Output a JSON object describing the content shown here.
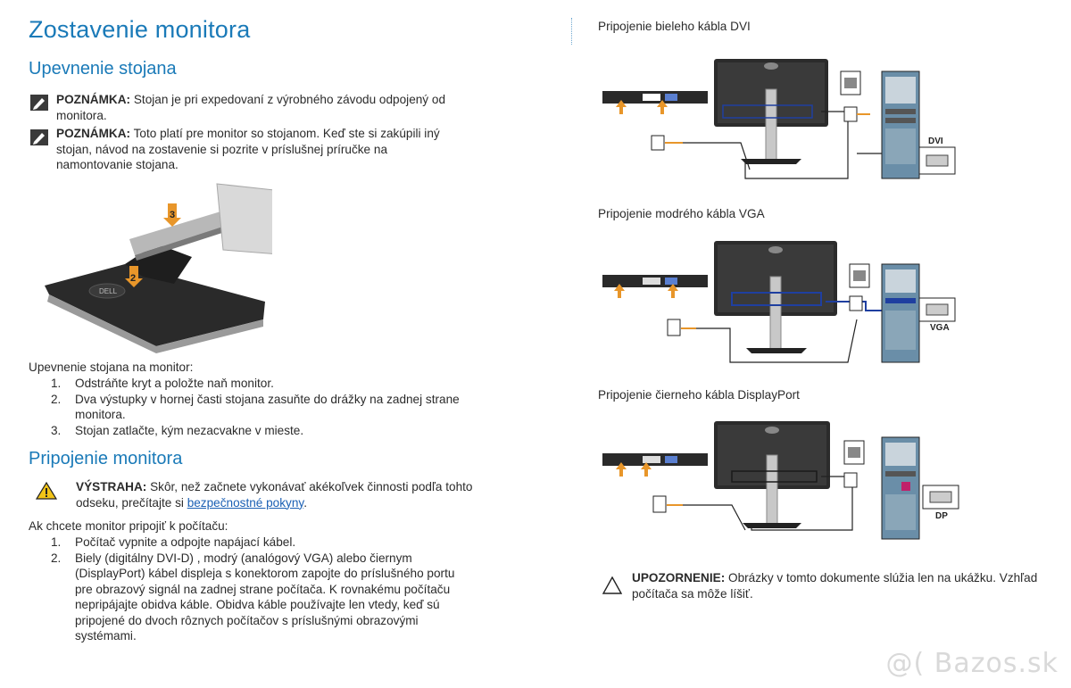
{
  "left": {
    "title": "Zostavenie monitora",
    "section1_heading": "Upevnenie stojana",
    "note1_label": "POZNÁMKA:",
    "note1_text": " Stojan je pri expedovaní z výrobného závodu odpojený od monitora.",
    "note2_label": "POZNÁMKA:",
    "note2_text": " Toto platí pre monitor so stojanom. Keď ste si zakúpili iný stojan, návod na zostavenie si pozrite v príslušnej príručke na namontovanie stojana.",
    "stand_callouts": [
      "3",
      "2"
    ],
    "stand_intro": "Upevnenie stojana na monitor:",
    "stand_steps": [
      {
        "num": "1.",
        "text": "Odstráňte kryt a položte naň monitor."
      },
      {
        "num": "2.",
        "text": "Dva výstupky v hornej časti stojana zasuňte do drážky na zadnej strane monitora."
      },
      {
        "num": "3.",
        "text": "Stojan zatlačte, kým nezacvakne v mieste."
      }
    ],
    "section2_heading": "Pripojenie monitora",
    "warning_label": "VÝSTRAHA:",
    "warning_text": " Skôr, než začnete vykonávať akékoľvek činnosti podľa tohto odseku, prečítajte si ",
    "warning_link": "bezpečnostné pokyny",
    "warning_end": ".",
    "connect_intro": "Ak chcete monitor pripojiť k počítaču:",
    "connect_steps": [
      {
        "num": "1.",
        "text": "Počítač vypnite a odpojte napájací kábel."
      },
      {
        "num": "2.",
        "text": "Biely (digitálny DVI-D) , modrý (analógový VGA) alebo čiernym (DisplayPort) kábel displeja s konektorom zapojte do príslušného portu pre obrazový signál na zadnej strane počítača. K rovnakému počítaču nepripájajte obidva káble. Obidva káble používajte len vtedy, keď sú pripojené do dvoch rôznych počítačov s príslušnými obrazovými systémami."
      }
    ]
  },
  "right": {
    "caption_dvi": "Pripojenie bieleho kábla DVI",
    "caption_vga": "Pripojenie modrého kábla VGA",
    "caption_dp": "Pripojenie čierneho kábla DisplayPort",
    "label_dvi": "DVI",
    "label_vga": "VGA",
    "label_dp": "DP",
    "caution_label": "UPOZORNENIE:",
    "caution_text": " Obrázky v tomto dokumente slúžia len na ukážku. Vzhľad počítača sa môže líšiť."
  },
  "watermark": "@( Bazos.sk",
  "colors": {
    "heading": "#1a7ab8",
    "link": "#1a5fb4",
    "arrow": "#e8962a",
    "dvi_cable": "#ffffff",
    "vga_cable": "#1f3fa0",
    "dp_cable": "#1a1a1a"
  }
}
